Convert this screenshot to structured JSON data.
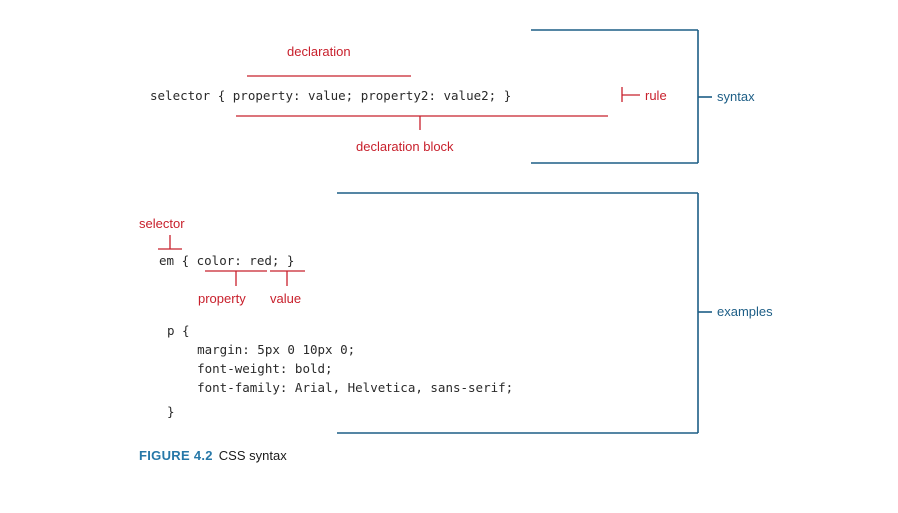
{
  "syntax": {
    "code_line": "selector { property: value; property2: value2; }",
    "label_declaration": "declaration",
    "label_declaration_block": "declaration block",
    "label_rule": "rule",
    "label_syntax": "syntax"
  },
  "examples": {
    "em_line": "em { color: red; }",
    "label_selector": "selector",
    "label_property": "property",
    "label_value": "value",
    "p_lines": [
      "p {",
      "    margin: 5px 0 10px 0;",
      "    font-weight: bold;",
      "    font-family: Arial, Helvetica, sans-serif;",
      "}"
    ],
    "label_examples": "examples"
  },
  "caption": {
    "label": "FIGURE 4.2",
    "text": "CSS syntax"
  },
  "colors": {
    "annotation_red": "#c8202c",
    "bracket_blue": "#1d5e86",
    "caption_blue": "#2778a8",
    "code_text": "#2a2a2a"
  }
}
